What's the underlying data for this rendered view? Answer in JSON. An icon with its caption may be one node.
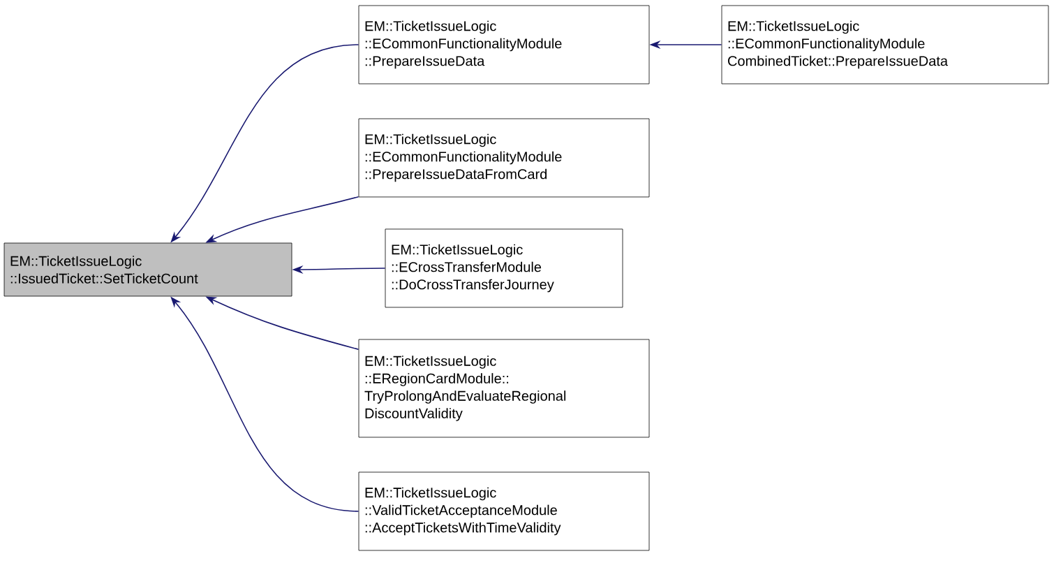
{
  "diagram": {
    "nodes": [
      {
        "text": [
          "EM::TicketIssueLogic ::IssuedTicket::SetTicketCount"
        ]
      },
      {
        "text": [
          "EM::TicketIssueLogic ::ECommonFunctionalityModule ::PrepareIssueData"
        ]
      },
      {
        "text": [
          "EM::TicketIssueLogic ::ECommonFunctionalityModule CombinedTicket::PrepareIssueData"
        ]
      },
      {
        "text": [
          "EM::TicketIssueLogic ::ECommonFunctionalityModule ::PrepareIssueDataFromCard"
        ]
      },
      {
        "text": [
          "EM::TicketIssueLogic ::ECrossTransferModule ::DoCrossTransferJourney"
        ]
      },
      {
        "text": [
          "EM::TicketIssueLogic ::ERegionCardModule:: TryProlongAndEvaluateRegional DiscountValidity"
        ]
      },
      {
        "text": [
          "EM::TicketIssueLogic ::ValidTicketAcceptanceModule ::AcceptTicketsWithTimeValidity"
        ]
      }
    ],
    "edges": [
      {
        "from": 1,
        "to": 0,
        "arrow": "to"
      },
      {
        "from": 3,
        "to": 0,
        "arrow": "to"
      },
      {
        "from": 4,
        "to": 0,
        "arrow": "to"
      },
      {
        "from": 5,
        "to": 0,
        "arrow": "to"
      },
      {
        "from": 6,
        "to": 0,
        "arrow": "to"
      },
      {
        "from": 2,
        "to": 1,
        "arrow": "to"
      }
    ]
  }
}
